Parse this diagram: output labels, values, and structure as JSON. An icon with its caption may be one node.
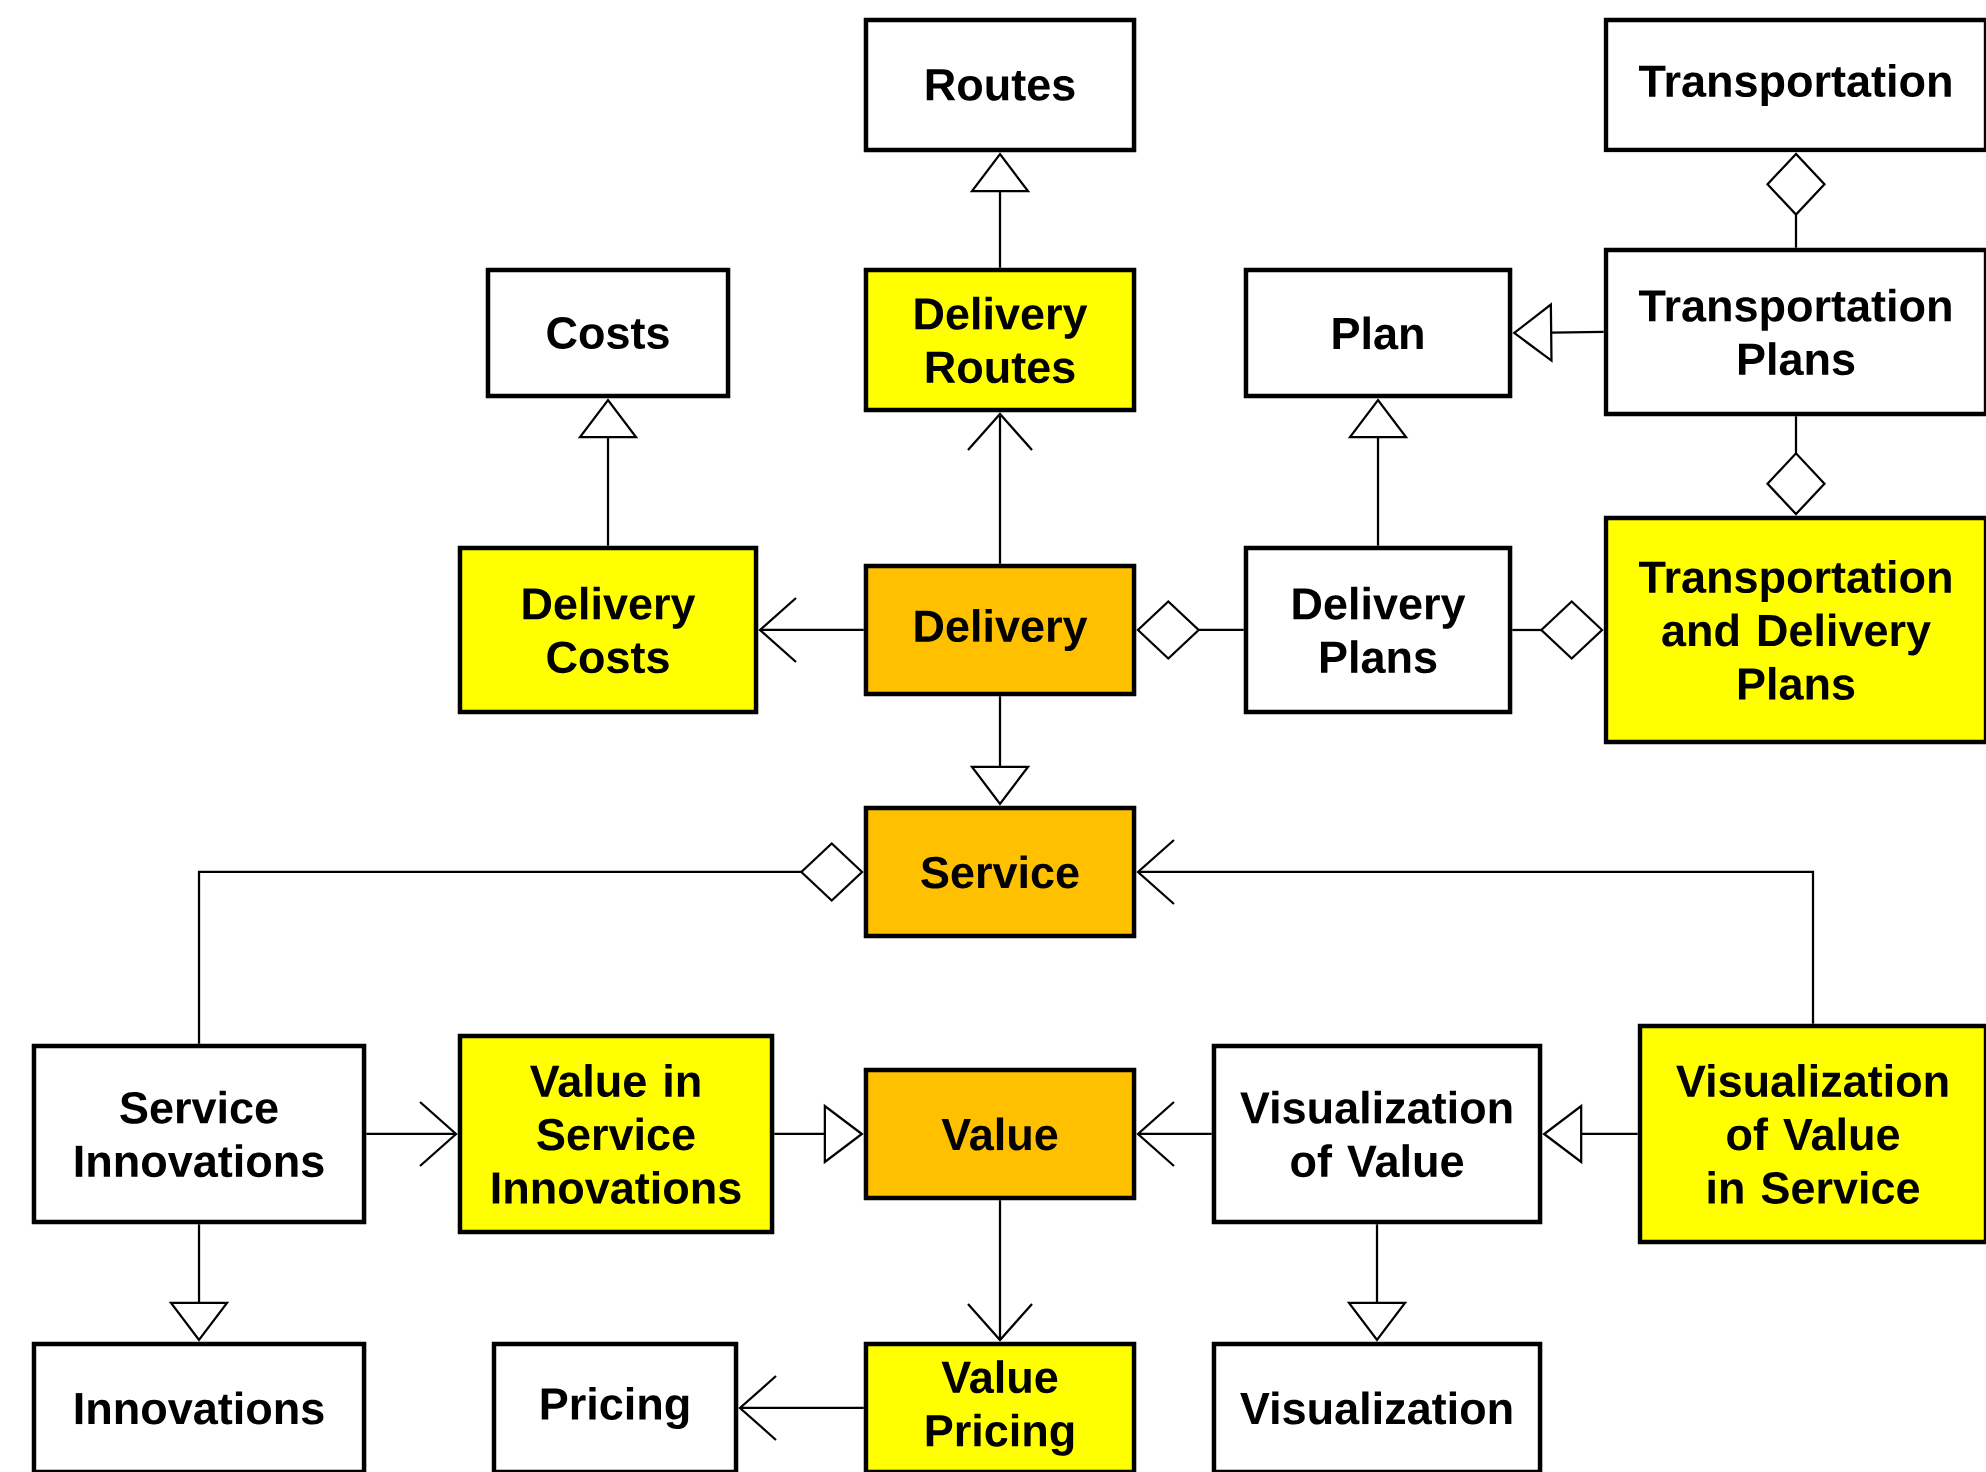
{
  "diagram": {
    "nodes": [
      {
        "text": [
          "Routes"
        ]
      },
      {
        "text": [
          "Transportation"
        ]
      },
      {
        "text": [
          "Costs"
        ]
      },
      {
        "text": [
          "Delivery Routes"
        ]
      },
      {
        "text": [
          "Plan"
        ]
      },
      {
        "text": [
          "Transportation Plans"
        ]
      },
      {
        "text": [
          "Delivery Costs"
        ]
      },
      {
        "text": [
          "Delivery"
        ]
      },
      {
        "text": [
          "Delivery Plans"
        ]
      },
      {
        "text": [
          "Transportation and Delivery Plans"
        ]
      },
      {
        "text": [
          "Service"
        ]
      },
      {
        "text": [
          "Service Innovations"
        ]
      },
      {
        "text": [
          "Value in Service Innovations"
        ]
      },
      {
        "text": [
          "Value"
        ]
      },
      {
        "text": [
          "Visualization of Value"
        ]
      },
      {
        "text": [
          "Visualization of Value in Service"
        ]
      },
      {
        "text": [
          "Innovations"
        ]
      },
      {
        "text": [
          "Pricing"
        ]
      },
      {
        "text": [
          "Value Pricing"
        ]
      },
      {
        "text": [
          "Visualization"
        ]
      }
    ],
    "edges": [
      {
        "from": 3,
        "to": 0,
        "arrow": "to"
      },
      {
        "from": 1,
        "to": 5,
        "arrow": "other"
      },
      {
        "from": 6,
        "to": 2,
        "arrow": "to"
      },
      {
        "from": 7,
        "to": 3,
        "arrow": "to"
      },
      {
        "from": 5,
        "to": 4,
        "arrow": "to"
      },
      {
        "from": 9,
        "to": 5,
        "arrow": "other"
      },
      {
        "from": 8,
        "to": 4,
        "arrow": "to"
      },
      {
        "from": 7,
        "to": 6,
        "arrow": "to"
      },
      {
        "from": 7,
        "to": 8,
        "arrow": "other"
      },
      {
        "from": 9,
        "to": 8,
        "arrow": "other"
      },
      {
        "from": 7,
        "to": 10,
        "arrow": "to"
      },
      {
        "from": 10,
        "to": 11,
        "arrow": "other"
      },
      {
        "from": 15,
        "to": 10,
        "arrow": "to"
      },
      {
        "from": 11,
        "to": 12,
        "arrow": "to"
      },
      {
        "from": 12,
        "to": 13,
        "arrow": "to"
      },
      {
        "from": 14,
        "to": 13,
        "arrow": "to"
      },
      {
        "from": 15,
        "to": 14,
        "arrow": "to"
      },
      {
        "from": 11,
        "to": 16,
        "arrow": "to"
      },
      {
        "from": 13,
        "to": 18,
        "arrow": "to"
      },
      {
        "from": 18,
        "to": 17,
        "arrow": "to"
      },
      {
        "from": 14,
        "to": 19,
        "arrow": "to"
      }
    ]
  }
}
